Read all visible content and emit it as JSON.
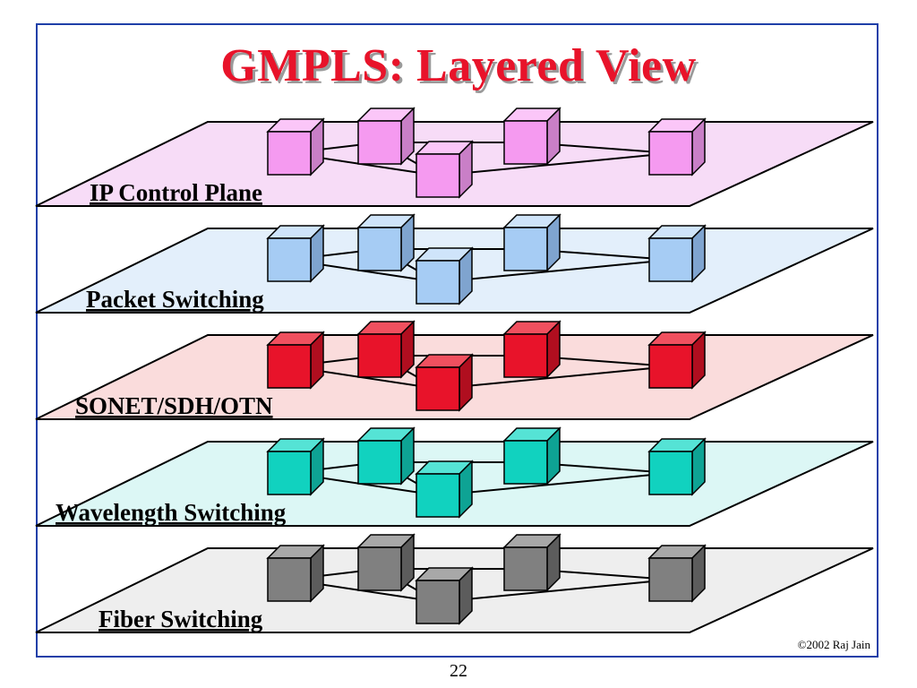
{
  "slide": {
    "title": "GMPLS: Layered View",
    "copyright": "©2002 Raj Jain",
    "page_number": "22"
  },
  "layers": [
    {
      "label": "IP Control Plane",
      "plane_color": "#f7dcf7",
      "node_color": "#f59af0",
      "node_side": "#c97fc7",
      "node_top": "#fbc6f8"
    },
    {
      "label": "Packet Switching",
      "plane_color": "#e3effb",
      "node_color": "#a6ccf4",
      "node_side": "#7fa4cf",
      "node_top": "#cfe4fa"
    },
    {
      "label": "SONET/SDH/OTN",
      "plane_color": "#fadcdc",
      "node_color": "#e8132a",
      "node_side": "#b00e1f",
      "node_top": "#f0505f"
    },
    {
      "label": "Wavelength Switching",
      "plane_color": "#dcf7f5",
      "node_color": "#11d2bf",
      "node_side": "#0ea394",
      "node_top": "#55e3d5"
    },
    {
      "label": "Fiber Switching",
      "plane_color": "#eeeeee",
      "node_color": "#808080",
      "node_side": "#5c5c5c",
      "node_top": "#a8a8a8"
    }
  ]
}
